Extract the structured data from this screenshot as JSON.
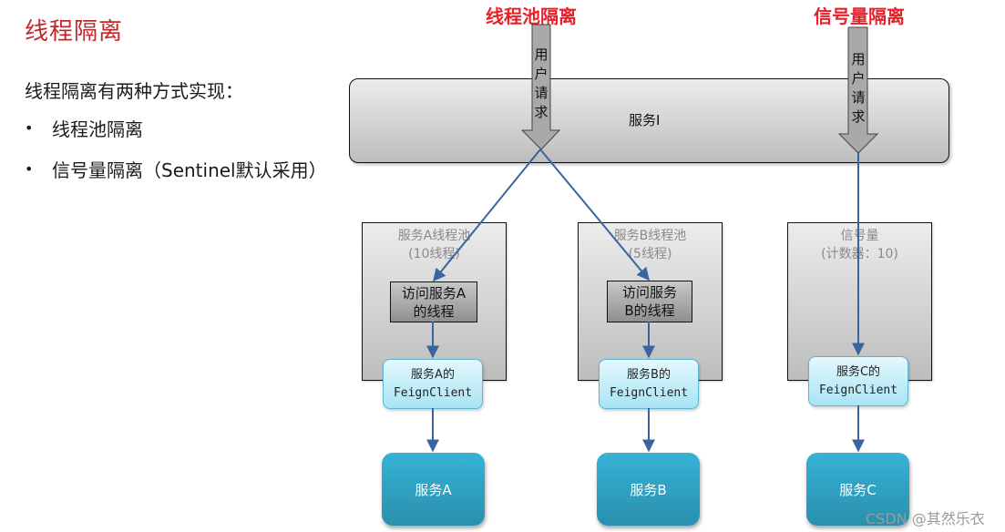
{
  "left_panel": {
    "title": "线程隔离",
    "intro": "线程隔离有两种方式实现：",
    "bullets": [
      {
        "marker": "•",
        "text": "线程池隔离"
      },
      {
        "marker": "•",
        "text": "信号量隔离（Sentinel默认采用）"
      }
    ]
  },
  "diagram": {
    "headings": {
      "thread_pool": "线程池隔离",
      "semaphore": "信号量隔离"
    },
    "request_arrow_label": [
      "用",
      "户",
      "请",
      "求"
    ],
    "service_i": "服务I",
    "pools": [
      {
        "title": "服务A线程池",
        "subtitle": "(10线程)",
        "thread_lines": [
          "访问服务A",
          "的线程"
        ],
        "feign_lines": [
          "服务A的",
          "FeignClient"
        ],
        "service": "服务A"
      },
      {
        "title": "服务B线程池",
        "subtitle": "(5线程)",
        "thread_lines": [
          "访问服务",
          "B的线程"
        ],
        "feign_lines": [
          "服务B的",
          "FeignClient"
        ],
        "service": "服务B"
      },
      {
        "title": "信号量",
        "subtitle": "(计数器：10)",
        "feign_lines": [
          "服务C的",
          "FeignClient"
        ],
        "service": "服务C"
      }
    ],
    "colors": {
      "heading_red": "#e8202a",
      "title_red": "#c0282c",
      "connector_blue": "#3a64a0",
      "service_teal": "#36b3d6"
    }
  },
  "watermark": "CSDN @其然乐衣"
}
